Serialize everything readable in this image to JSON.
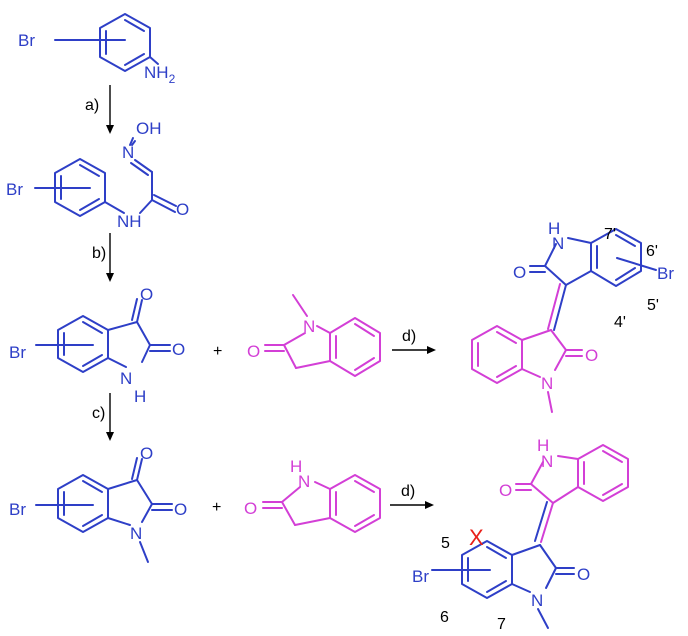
{
  "colors": {
    "substrate": "#2e3fc7",
    "oxindole": "#d33fd6",
    "arrow": "#000000",
    "cross": "#e8201a"
  },
  "atoms": {
    "br": "Br",
    "n": "N",
    "nh": "NH",
    "h": "H",
    "o": "O",
    "oh": "OH",
    "nh2_n": "NH",
    "nh2_sub": "2"
  },
  "steps": {
    "a": "a)",
    "b": "b)",
    "c": "c)",
    "d1": "d)",
    "d2": "d)"
  },
  "plus": "+",
  "positions": {
    "p7prime": "7'",
    "p6prime": "6'",
    "p5prime": "5'",
    "p4prime": "4'",
    "p5": "5",
    "p6": "6",
    "p7": "7"
  },
  "cross_mark": "X"
}
